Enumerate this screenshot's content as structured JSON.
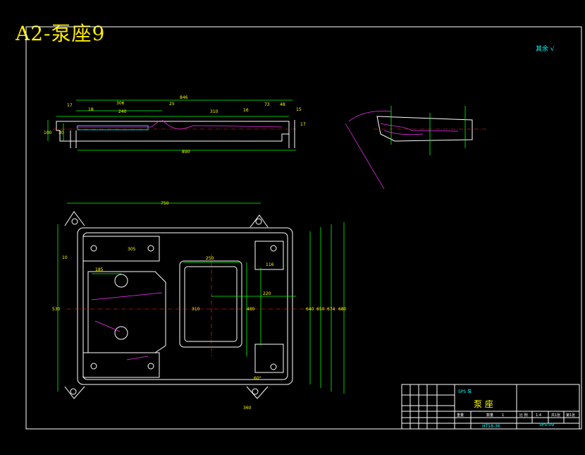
{
  "title": "A2-泵座9",
  "corner_note": "其余 √",
  "dimensions": {
    "side_view": [
      "846",
      "306",
      "17",
      "18",
      "240",
      "25",
      "310",
      "16",
      "73",
      "48",
      "15",
      "17",
      "100",
      "30",
      "890"
    ],
    "plan_view": [
      "750",
      "10",
      "185",
      "305",
      "250",
      "220",
      "116",
      "530",
      "310",
      "480",
      "640",
      "650",
      "674",
      "680",
      "60°",
      "360"
    ]
  },
  "title_block": {
    "part_name": "泵 座",
    "project": "SPS 泵",
    "material": "HT18-36",
    "drawing_no": "SPS-09",
    "scale_label": "比 例",
    "scale_value": "1:4",
    "sheet_label": "共1张",
    "sheet_no": "第1张",
    "qty_label": "数量",
    "qty_value": "1",
    "weight_label": "重量"
  }
}
